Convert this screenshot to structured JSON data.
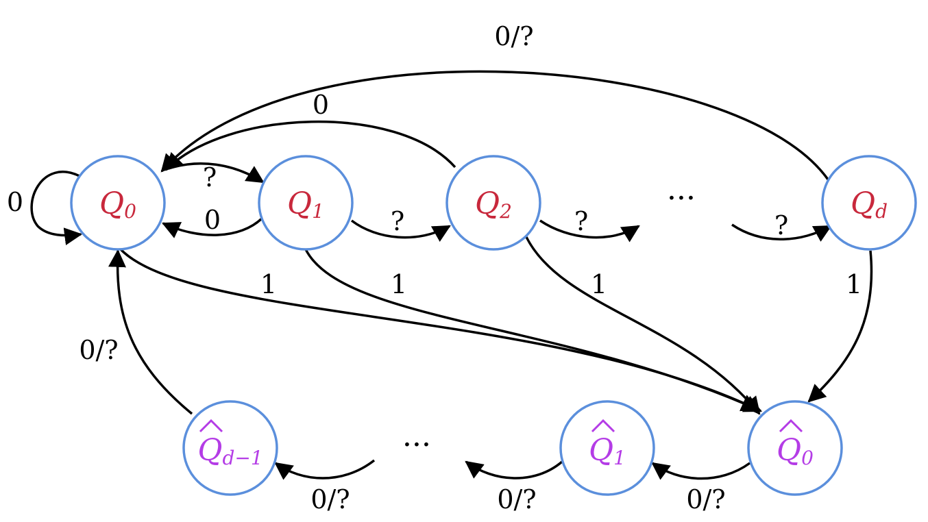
{
  "colors": {
    "ring": "#5b8fdc",
    "top_state_text": "#c8283c",
    "bottom_state_text": "#b43ce6",
    "edge": "#000000"
  },
  "states": {
    "q0": {
      "main": "Q",
      "sub": "0"
    },
    "q1": {
      "main": "Q",
      "sub": "1"
    },
    "q2": {
      "main": "Q",
      "sub": "2"
    },
    "qd": {
      "main": "Q",
      "sub": "d"
    },
    "qh0": {
      "main": "Q",
      "sub": "0"
    },
    "qh1": {
      "main": "Q",
      "sub": "1"
    },
    "qhd1": {
      "main": "Q",
      "sub": "d−1"
    }
  },
  "edge_labels": {
    "self_loop_q0": "0",
    "q0_to_q1": "?",
    "q1_to_q0": "0",
    "q2_to_q0": "0",
    "qd_to_q0": "0/?",
    "q1_to_q2": "?",
    "q2_to_dots": "?",
    "dots_to_qd": "?",
    "q0_to_qh0": "1",
    "q1_to_qh0": "1",
    "q2_to_qh0": "1",
    "qd_to_qh0": "1",
    "qh0_to_qh1": "0/?",
    "qh1_to_dots": "0/?",
    "dots_to_qhd1": "0/?",
    "qhd1_to_q0": "0/?"
  },
  "ellipsis": {
    "top": "···",
    "bottom": "···"
  }
}
